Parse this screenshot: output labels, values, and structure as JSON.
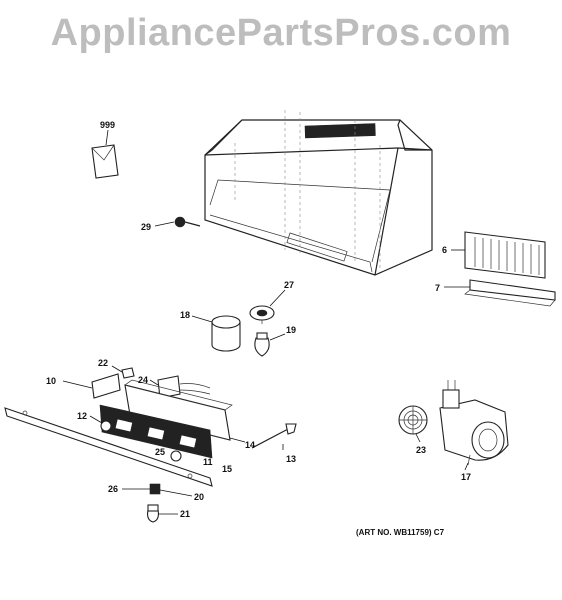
{
  "watermark": "AppliancePartsPros.com",
  "art_number": "(ART NO. WB11759) C7",
  "callouts": {
    "p999": "999",
    "p29": "29",
    "p6": "6",
    "p7": "7",
    "p27": "27",
    "p18": "18",
    "p19": "19",
    "p22": "22",
    "p10": "10",
    "p24": "24",
    "p12": "12",
    "p25": "25",
    "p14": "14",
    "p15": "15",
    "p11": "11",
    "p13": "13",
    "p23": "23",
    "p17": "17",
    "p26": "26",
    "p20": "20",
    "p21": "21"
  }
}
